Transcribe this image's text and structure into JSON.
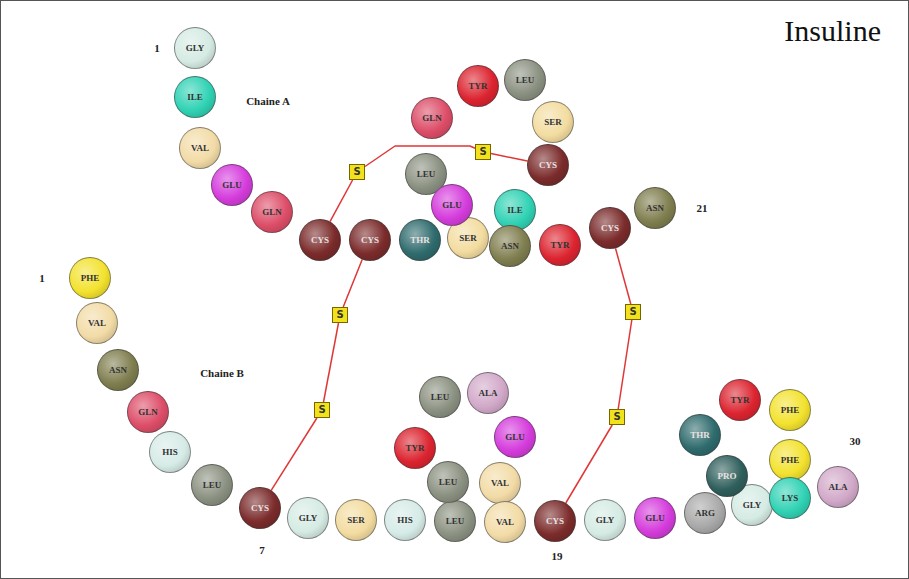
{
  "diagram": {
    "title": "Insuline",
    "nodes": [
      {
        "text": [
          "GLY"
        ]
      },
      {
        "text": [
          "ILE"
        ]
      },
      {
        "text": [
          "VAL"
        ]
      },
      {
        "text": [
          "GLU"
        ]
      },
      {
        "text": [
          "GLN"
        ]
      },
      {
        "text": [
          "CYS"
        ]
      },
      {
        "text": [
          "CYS"
        ]
      },
      {
        "text": [
          "THR"
        ]
      },
      {
        "text": [
          "SER"
        ]
      },
      {
        "text": [
          "ILE"
        ]
      },
      {
        "text": [
          "CYS"
        ]
      },
      {
        "text": [
          "SER"
        ]
      },
      {
        "text": [
          "LEU"
        ]
      },
      {
        "text": [
          "TYR"
        ]
      },
      {
        "text": [
          "GLN"
        ]
      },
      {
        "text": [
          "LEU"
        ]
      },
      {
        "text": [
          "GLU"
        ]
      },
      {
        "text": [
          "ASN"
        ]
      },
      {
        "text": [
          "TYR"
        ]
      },
      {
        "text": [
          "CYS"
        ]
      },
      {
        "text": [
          "ASN"
        ]
      },
      {
        "text": [
          "PHE"
        ]
      },
      {
        "text": [
          "VAL"
        ]
      },
      {
        "text": [
          "ASN"
        ]
      },
      {
        "text": [
          "GLN"
        ]
      },
      {
        "text": [
          "HIS"
        ]
      },
      {
        "text": [
          "LEU"
        ]
      },
      {
        "text": [
          "CYS"
        ]
      },
      {
        "text": [
          "GLY"
        ]
      },
      {
        "text": [
          "SER"
        ]
      },
      {
        "text": [
          "HIS"
        ]
      },
      {
        "text": [
          "LEU"
        ]
      },
      {
        "text": [
          "VAL"
        ]
      },
      {
        "text": [
          "GLU"
        ]
      },
      {
        "text": [
          "ALA"
        ]
      },
      {
        "text": [
          "LEU"
        ]
      },
      {
        "text": [
          "TYR"
        ]
      },
      {
        "text": [
          "LEU"
        ]
      },
      {
        "text": [
          "VAL"
        ]
      },
      {
        "text": [
          "CYS"
        ]
      },
      {
        "text": [
          "GLY"
        ]
      },
      {
        "text": [
          "GLU"
        ]
      },
      {
        "text": [
          "ARG"
        ]
      },
      {
        "text": [
          "GLY"
        ]
      },
      {
        "text": [
          "PHE"
        ]
      },
      {
        "text": [
          "PHE"
        ]
      },
      {
        "text": [
          "TYR"
        ]
      },
      {
        "text": [
          "THR"
        ]
      },
      {
        "text": [
          "PRO"
        ]
      },
      {
        "text": [
          "LYS"
        ]
      },
      {
        "text": [
          "ALA"
        ]
      },
      {
        "text": [
          "S"
        ]
      },
      {
        "text": [
          "S"
        ]
      },
      {
        "text": [
          "S"
        ]
      },
      {
        "text": [
          "S"
        ]
      },
      {
        "text": [
          "S"
        ]
      },
      {
        "text": [
          "S"
        ]
      }
    ],
    "edges": [
      {
        "from": 5,
        "to": 51,
        "arrow": "none"
      },
      {
        "from": 51,
        "to": 52,
        "arrow": "none"
      },
      {
        "from": 52,
        "to": 10,
        "arrow": "none"
      },
      {
        "from": 6,
        "to": 53,
        "arrow": "none"
      },
      {
        "from": 53,
        "to": 54,
        "arrow": "none"
      },
      {
        "from": 54,
        "to": 27,
        "arrow": "none"
      },
      {
        "from": 19,
        "to": 55,
        "arrow": "none"
      },
      {
        "from": 55,
        "to": 56,
        "arrow": "none"
      },
      {
        "from": 56,
        "to": 39,
        "arrow": "none"
      }
    ],
    "labels": [
      "Chaine A",
      "1",
      "21",
      "Chaine B",
      "1",
      "7",
      "19",
      "30"
    ]
  }
}
